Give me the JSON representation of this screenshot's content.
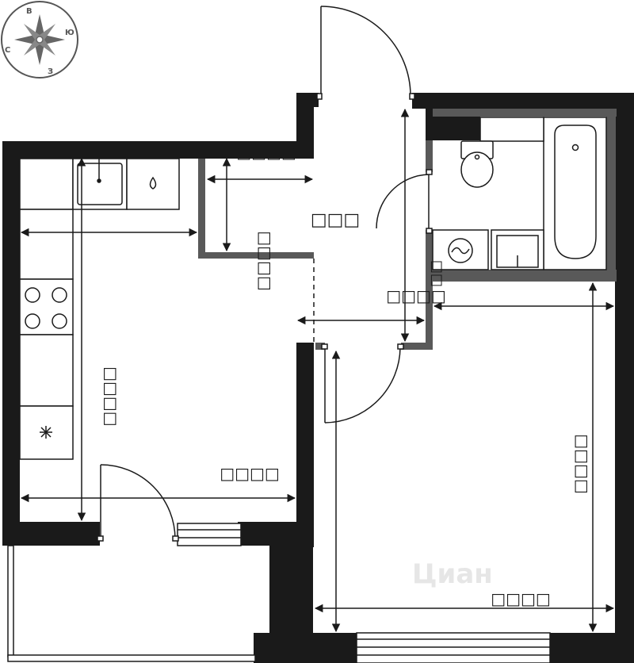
{
  "compass": {
    "north": "С",
    "south": "Ю",
    "east": "В",
    "west": "З"
  },
  "rooms": {
    "hall_label": "□□□",
    "hall_width": "□□□□",
    "hall_depth": "□□□□",
    "corridor_length": "□□□□",
    "kitchen_depth": "□□□□",
    "kitchen_width": "□□□□",
    "bath_dimension": "□□",
    "bedroom_depth": "□□□□",
    "bedroom_width": "□□□□"
  },
  "watermark": "Циан",
  "colors": {
    "wall": "#1a1a1a",
    "partition": "#595959",
    "fixture": "#222222"
  }
}
